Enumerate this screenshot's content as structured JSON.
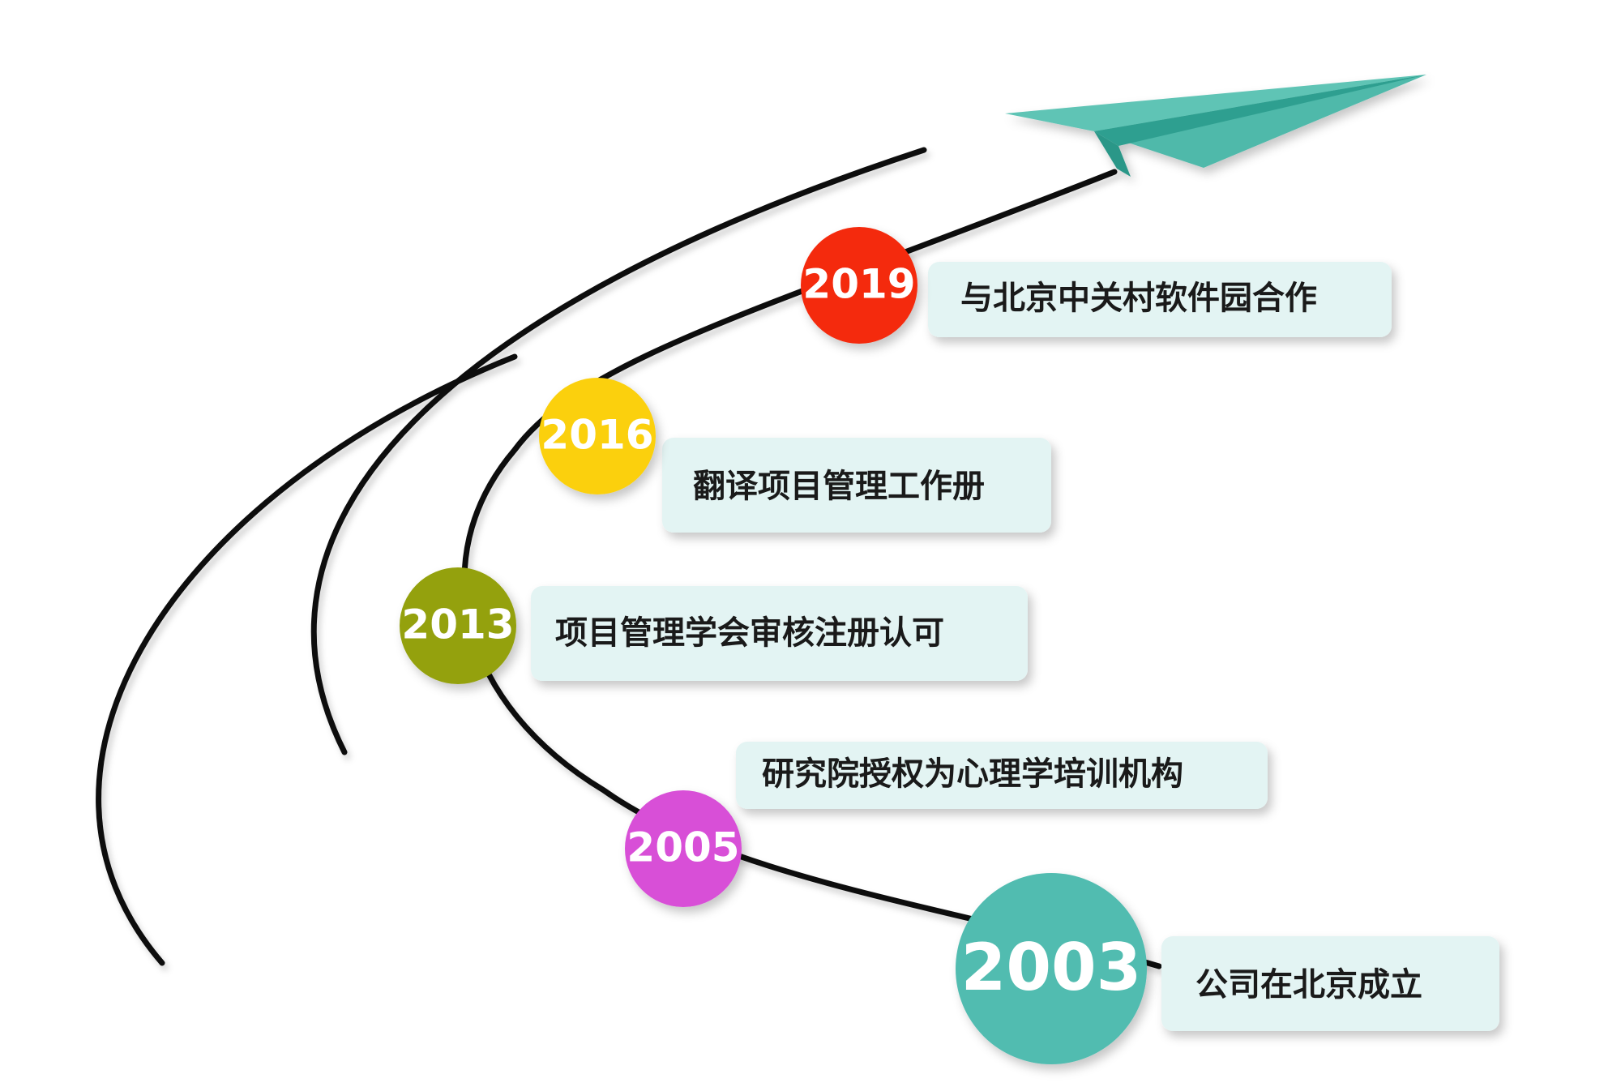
{
  "colors": {
    "line": "#111111",
    "plane_light": "#5ec4b5",
    "plane_mid": "#3fae9f",
    "plane_dark": "#2a9788",
    "label_bg": "#e3f4f3"
  },
  "plane_icon": "paper-plane-icon",
  "milestones": [
    {
      "year": "2019",
      "event": "与北京中关村软件园合作",
      "color": "#f42a0f"
    },
    {
      "year": "2016",
      "event": "翻译项目管理工作册",
      "color": "#fbd00a"
    },
    {
      "year": "2013",
      "event": "项目管理学会审核注册认可",
      "color": "#94a10f"
    },
    {
      "year": "2005",
      "event": "研究院授权为心理学培训机构",
      "color": "#d84fd7"
    },
    {
      "year": "2003",
      "event": "公司在北京成立",
      "color": "#51bcb0"
    }
  ]
}
